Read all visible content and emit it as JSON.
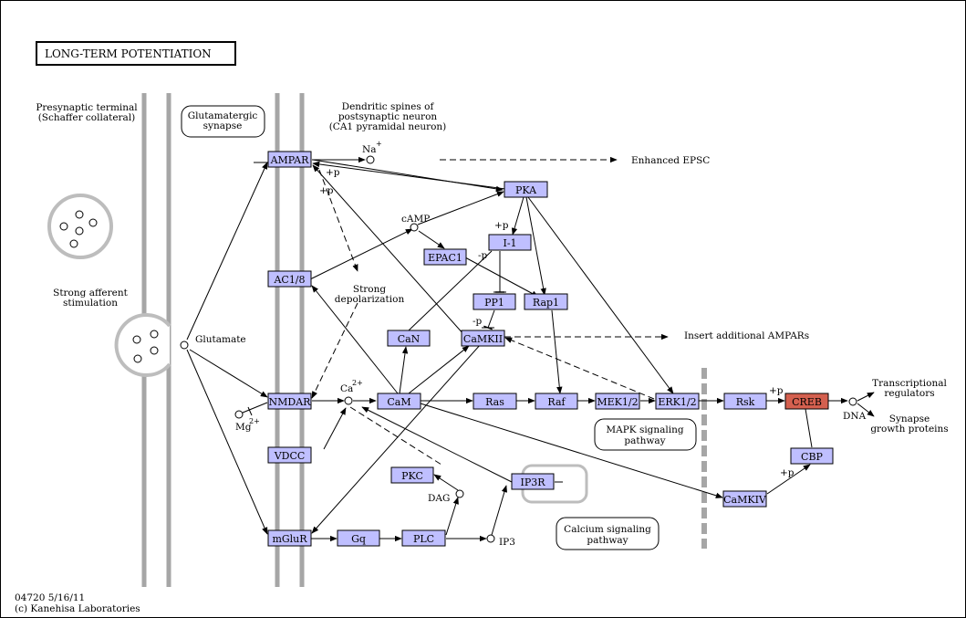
{
  "title": "LONG-TERM POTENTIATION",
  "footer": {
    "id_date": "04720 5/16/11",
    "copyright": "(c) Kanehisa Laboratories"
  },
  "colors": {
    "gene_fill": "#bfbfff",
    "highlight_fill": "#d4604f",
    "membrane": "#a6a6a6",
    "vesicle": "#bdbdbd"
  },
  "labels": {
    "presynaptic_1": "Presynaptic terminal",
    "presynaptic_2": "(Schaffer collateral)",
    "glut_synapse_1": "Glutamatergic",
    "glut_synapse_2": "synapse",
    "dendritic_1": "Dendritic spines of",
    "dendritic_2": "postsynaptic neuron",
    "dendritic_3": "(CA1 pyramidal neuron)",
    "enhanced_epsc": "Enhanced EPSC",
    "strong_afferent_1": "Strong afferent",
    "strong_afferent_2": "stimulation",
    "glutamate": "Glutamate",
    "camp": "cAMP",
    "strong_depol_1": "Strong",
    "strong_depol_2": "depolarization",
    "insert_ampars": "Insert additional AMPARs",
    "transcriptional_1": "Transcriptional",
    "transcriptional_2": "regulators",
    "synapse_growth_1": "Synapse",
    "synapse_growth_2": "growth proteins",
    "dna": "DNA",
    "dag": "DAG",
    "ip3": "IP3",
    "na": "Na",
    "na_sup": "+",
    "ca": "Ca",
    "ca_sup": "2+",
    "mg": "Mg",
    "mg_sup": "2+",
    "plus_p": "+p",
    "minus_p": "-p"
  },
  "pathways": {
    "mapk_1": "MAPK signaling",
    "mapk_2": "pathway",
    "calcium_1": "Calcium signaling",
    "calcium_2": "pathway"
  },
  "genes": {
    "ampar": "AMPAR",
    "ac18": "AC1/8",
    "nmdar": "NMDAR",
    "vdcc": "VDCC",
    "mglur": "mGluR",
    "gq": "Gq",
    "plc": "PLC",
    "pkc": "PKC",
    "ip3r": "IP3R",
    "pka": "PKA",
    "i1": "I-1",
    "epac1": "EPAC1",
    "pp1": "PP1",
    "rap1": "Rap1",
    "can": "CaN",
    "camkii": "CaMKII",
    "cam": "CaM",
    "ras": "Ras",
    "raf": "Raf",
    "mek12": "MEK1/2",
    "erk12": "ERK1/2",
    "rsk": "Rsk",
    "creb": "CREB",
    "cbp": "CBP",
    "camkiv": "CaMKIV"
  }
}
